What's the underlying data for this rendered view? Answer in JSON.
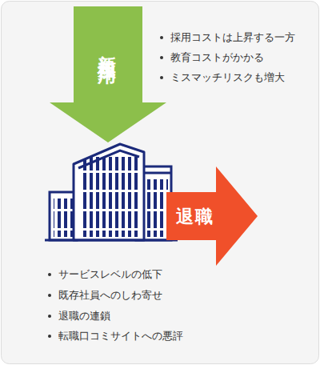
{
  "diagram": {
    "nodes": [
      {
        "text": [
          "新規採用"
        ]
      },
      {
        "text": [
          "退職"
        ]
      }
    ],
    "labels": [
      "採用コストは上昇する一方",
      "教育コストがかかる",
      "ミスマッチリスクも増大",
      "サービスレベルの低下",
      "既存社員へのしわ寄せ",
      "退職の連鎖",
      "転職口コミサイトへの悪評"
    ]
  }
}
